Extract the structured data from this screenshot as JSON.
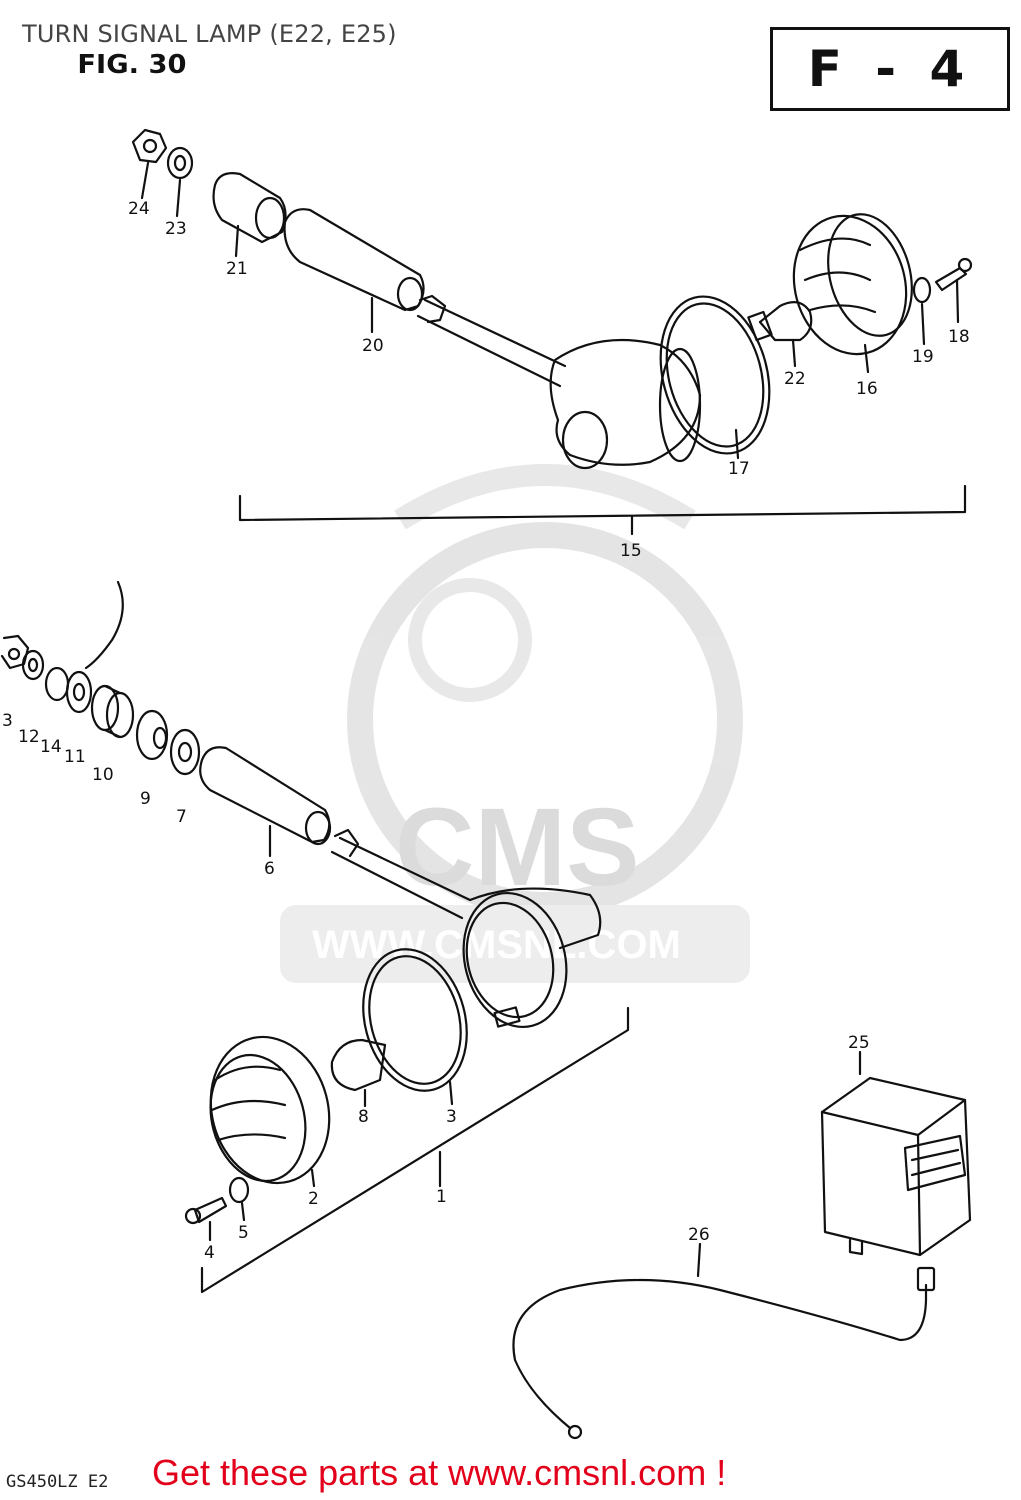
{
  "header": {
    "title": "TURN SIGNAL LAMP (E22, E25)",
    "figure": "FIG. 30",
    "section_badge": "F - 4"
  },
  "watermark": {
    "brand": "CMS",
    "url": "WWW.CMSNL.COM"
  },
  "callouts": {
    "p1": "1",
    "p2": "2",
    "p3": "3",
    "p3b": "3",
    "p4": "4",
    "p5": "5",
    "p6": "6",
    "p7": "7",
    "p8": "8",
    "p9": "9",
    "p10": "10",
    "p11": "11",
    "p12": "12",
    "p14": "14",
    "p15": "15",
    "p16": "16",
    "p17": "17",
    "p18": "18",
    "p19": "19",
    "p20": "20",
    "p21": "21",
    "p22": "22",
    "p23": "23",
    "p24": "24",
    "p25": "25",
    "p26": "26"
  },
  "footer": {
    "model_code": "GS450LZ E2",
    "cta": "Get these parts at www.cmsnl.com !",
    "cta_color": "#e3001b"
  }
}
